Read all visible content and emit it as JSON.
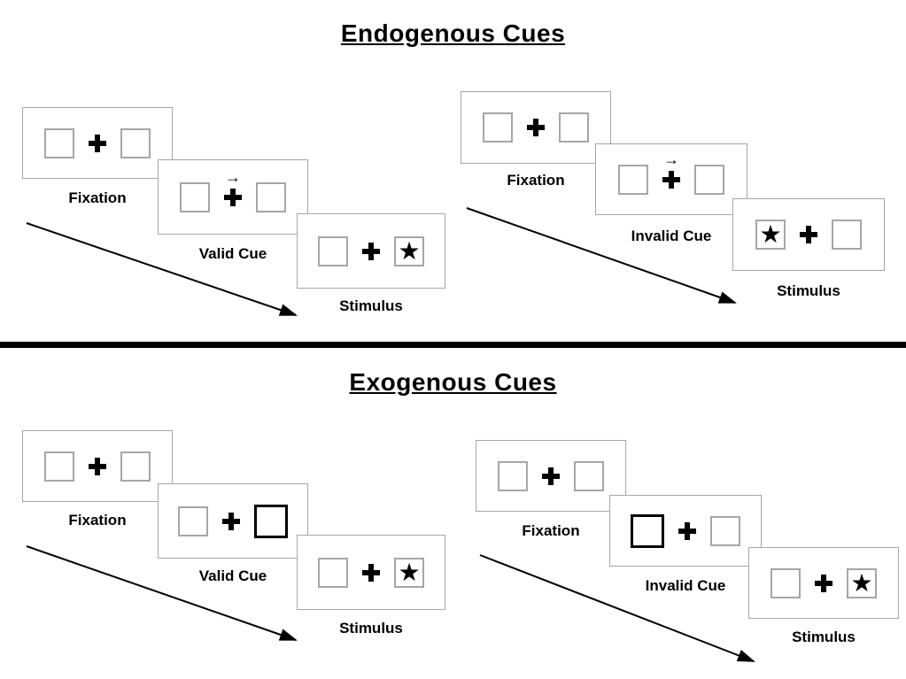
{
  "sections": [
    {
      "title": "Endogenous Cues",
      "groups": [
        {
          "name": "valid-sequence",
          "panels": [
            {
              "label": "Fixation",
              "left": "empty",
              "right": "empty",
              "arrow": false
            },
            {
              "label": "Valid Cue",
              "left": "empty",
              "right": "empty",
              "arrow": true
            },
            {
              "label": "Stimulus",
              "left": "empty",
              "right": "star",
              "arrow": false
            }
          ]
        },
        {
          "name": "invalid-sequence",
          "panels": [
            {
              "label": "Fixation",
              "left": "empty",
              "right": "empty",
              "arrow": false
            },
            {
              "label": "Invalid Cue",
              "left": "empty",
              "right": "empty",
              "arrow": true
            },
            {
              "label": "Stimulus",
              "left": "star",
              "right": "empty",
              "arrow": false
            }
          ]
        }
      ]
    },
    {
      "title": "Exogenous Cues",
      "groups": [
        {
          "name": "valid-sequence",
          "panels": [
            {
              "label": "Fixation",
              "left": "empty",
              "right": "empty",
              "arrow": false
            },
            {
              "label": "Valid Cue",
              "left": "empty",
              "right": "cue",
              "arrow": false
            },
            {
              "label": "Stimulus",
              "left": "empty",
              "right": "star",
              "arrow": false
            }
          ]
        },
        {
          "name": "invalid-sequence",
          "panels": [
            {
              "label": "Fixation",
              "left": "empty",
              "right": "empty",
              "arrow": false
            },
            {
              "label": "Invalid Cue",
              "left": "cue",
              "right": "empty",
              "arrow": false
            },
            {
              "label": "Stimulus",
              "left": "empty",
              "right": "star",
              "arrow": false
            }
          ]
        }
      ]
    }
  ],
  "glyphs": {
    "star": "★",
    "cue_arrow": "→"
  },
  "colors": {
    "ink": "#000000",
    "panel_border": "#a6a6a6",
    "box_border": "#a6a6a6",
    "cue_box_border": "#000000"
  }
}
